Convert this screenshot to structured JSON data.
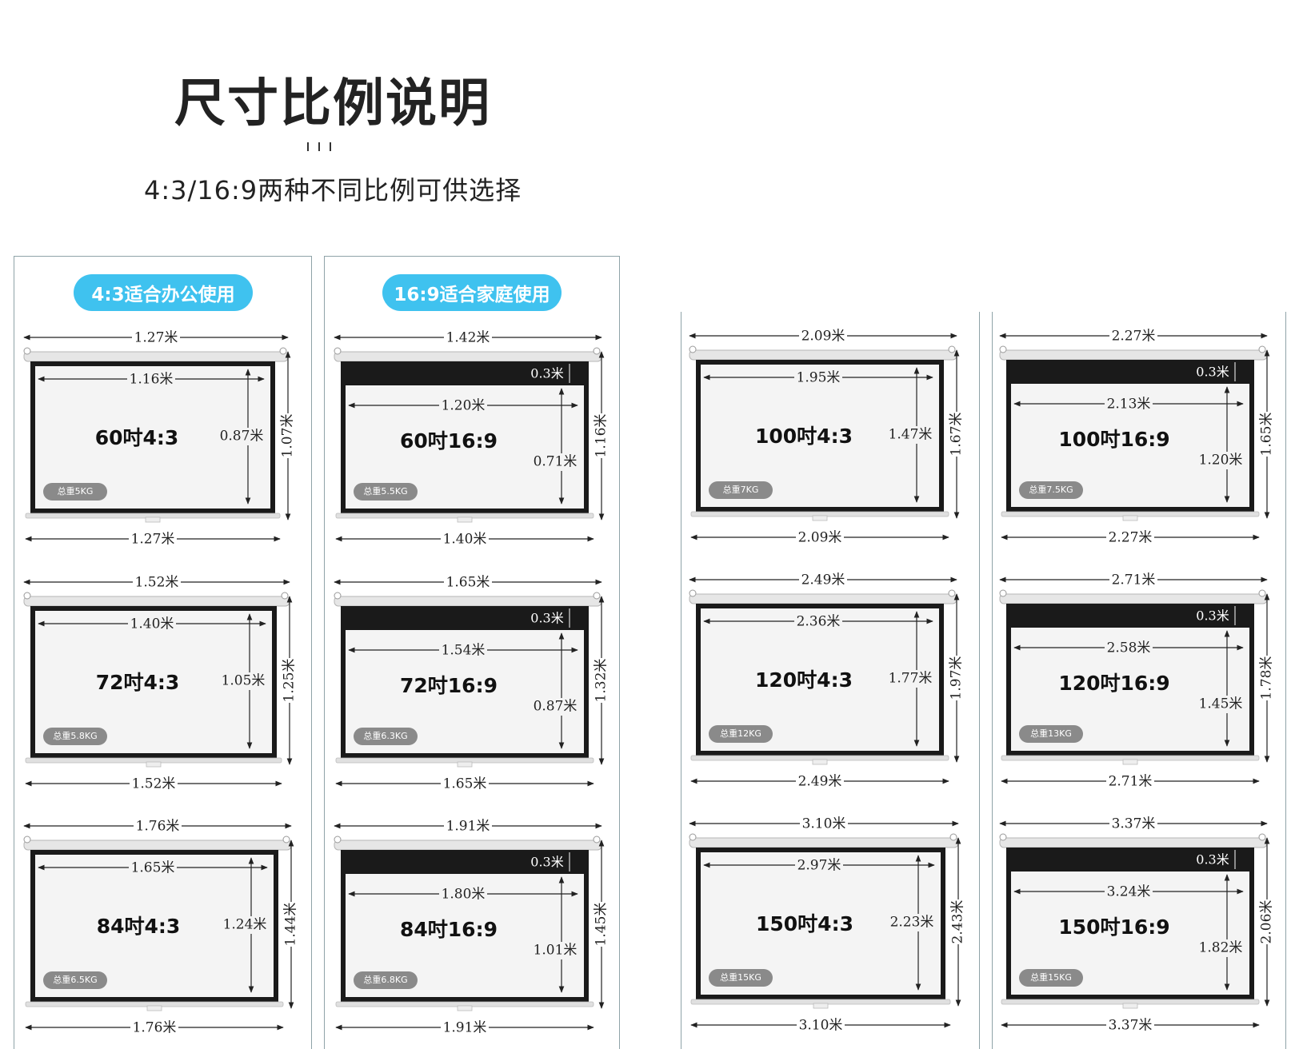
{
  "header": {
    "title": "尺寸比例说明",
    "subtitle": "4:3/16:9两种不同比例可供选择"
  },
  "pills": {
    "ratio43": "4:3适合办公使用",
    "ratio169": "16:9适合家庭使用"
  },
  "colors": {
    "accent": "#3fc2ef",
    "frame": "#1a1a1a",
    "screen": "#f4f4f4",
    "badge": "#8a8a8a"
  },
  "screens": [
    {
      "label": "60吋4:3",
      "ratio": "4:3",
      "total_width": "1.27米",
      "bottom_width": "1.27米",
      "view_width": "1.16米",
      "view_height": "0.87米",
      "total_height": "1.07米",
      "black_top": "",
      "weight": "总重5KG"
    },
    {
      "label": "72吋4:3",
      "ratio": "4:3",
      "total_width": "1.52米",
      "bottom_width": "1.52米",
      "view_width": "1.40米",
      "view_height": "1.05米",
      "total_height": "1.25米",
      "black_top": "",
      "weight": "总重5.8KG"
    },
    {
      "label": "84吋4:3",
      "ratio": "4:3",
      "total_width": "1.76米",
      "bottom_width": "1.76米",
      "view_width": "1.65米",
      "view_height": "1.24米",
      "total_height": "1.44米",
      "black_top": "",
      "weight": "总重6.5KG"
    },
    {
      "label": "60吋16:9",
      "ratio": "16:9",
      "total_width": "1.42米",
      "bottom_width": "1.40米",
      "view_width": "1.20米",
      "view_height": "0.71米",
      "total_height": "1.16米",
      "black_top": "0.3米",
      "weight": "总重5.5KG"
    },
    {
      "label": "72吋16:9",
      "ratio": "16:9",
      "total_width": "1.65米",
      "bottom_width": "1.65米",
      "view_width": "1.54米",
      "view_height": "0.87米",
      "total_height": "1.32米",
      "black_top": "0.3米",
      "weight": "总重6.3KG"
    },
    {
      "label": "84吋16:9",
      "ratio": "16:9",
      "total_width": "1.91米",
      "bottom_width": "1.91米",
      "view_width": "1.80米",
      "view_height": "1.01米",
      "total_height": "1.45米",
      "black_top": "0.3米",
      "weight": "总重6.8KG"
    },
    {
      "label": "100吋4:3",
      "ratio": "4:3",
      "total_width": "2.09米",
      "bottom_width": "2.09米",
      "view_width": "1.95米",
      "view_height": "1.47米",
      "total_height": "1.67米",
      "black_top": "",
      "weight": "总重7KG"
    },
    {
      "label": "120吋4:3",
      "ratio": "4:3",
      "total_width": "2.49米",
      "bottom_width": "2.49米",
      "view_width": "2.36米",
      "view_height": "1.77米",
      "total_height": "1.97米",
      "black_top": "",
      "weight": "总重12KG"
    },
    {
      "label": "150吋4:3",
      "ratio": "4:3",
      "total_width": "3.10米",
      "bottom_width": "3.10米",
      "view_width": "2.97米",
      "view_height": "2.23米",
      "total_height": "2.43米",
      "black_top": "",
      "weight": "总重15KG"
    },
    {
      "label": "100吋16:9",
      "ratio": "16:9",
      "total_width": "2.27米",
      "bottom_width": "2.27米",
      "view_width": "2.13米",
      "view_height": "1.20米",
      "total_height": "1.65米",
      "black_top": "0.3米",
      "weight": "总重7.5KG"
    },
    {
      "label": "120吋16:9",
      "ratio": "16:9",
      "total_width": "2.71米",
      "bottom_width": "2.71米",
      "view_width": "2.58米",
      "view_height": "1.45米",
      "total_height": "1.78米",
      "black_top": "0.3米",
      "weight": "总重13KG"
    },
    {
      "label": "150吋16:9",
      "ratio": "16:9",
      "total_width": "3.37米",
      "bottom_width": "3.37米",
      "view_width": "3.24米",
      "view_height": "1.82米",
      "total_height": "2.06米",
      "black_top": "0.3米",
      "weight": "总重15KG"
    }
  ]
}
